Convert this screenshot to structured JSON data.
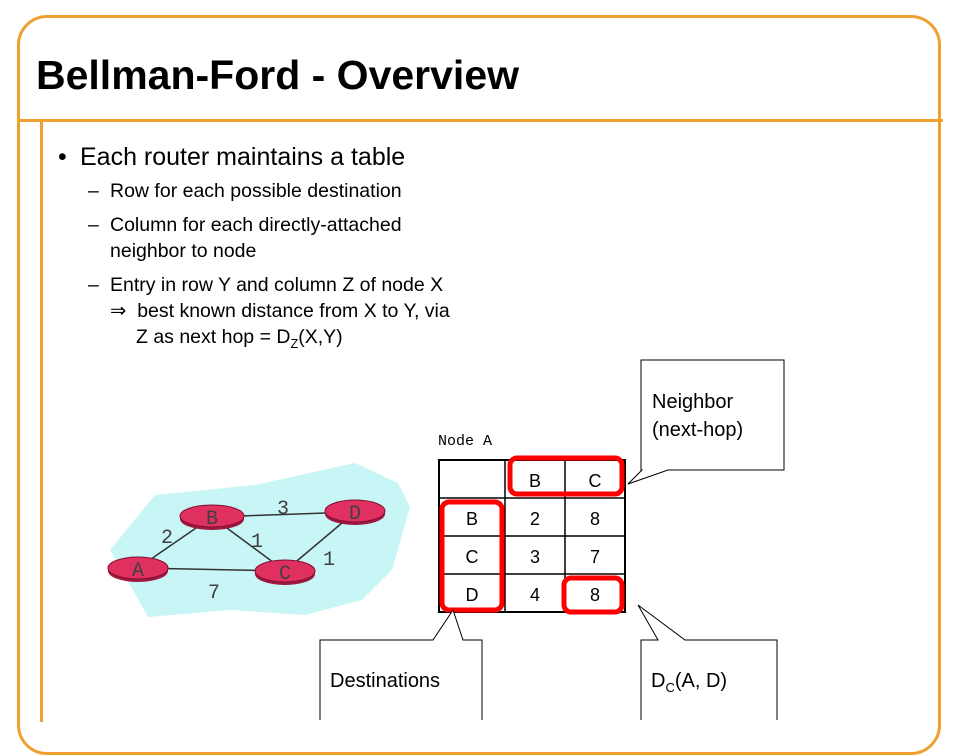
{
  "slide": {
    "title": "Bellman-Ford - Overview",
    "bullet": "Each router maintains a table",
    "subbullets": {
      "s1": "Row for each possible destination",
      "s2_line1": "Column for each directly-attached",
      "s2_line2": "neighbor to node",
      "s3_line1": "Entry in row Y and column Z of node X",
      "s3_arrow": "⇒",
      "s3_line2": "best known distance from X to Y, via",
      "s3_line3_pre": "Z as next hop = D",
      "s3_line3_sub": "Z",
      "s3_line3_post": "(X,Y)"
    }
  },
  "graph": {
    "nodes": [
      "A",
      "B",
      "C",
      "D"
    ],
    "edges": [
      {
        "from": "A",
        "to": "B",
        "cost": "2"
      },
      {
        "from": "B",
        "to": "D",
        "cost": "3"
      },
      {
        "from": "B",
        "to": "C",
        "cost": "1"
      },
      {
        "from": "C",
        "to": "D",
        "cost": "1"
      },
      {
        "from": "A",
        "to": "C",
        "cost": "7"
      }
    ]
  },
  "table": {
    "caption": "Node A",
    "columns": [
      "B",
      "C"
    ],
    "rows": [
      {
        "dest": "B",
        "values": [
          "2",
          "8"
        ]
      },
      {
        "dest": "C",
        "values": [
          "3",
          "7"
        ]
      },
      {
        "dest": "D",
        "values": [
          "4",
          "8"
        ]
      }
    ]
  },
  "callouts": {
    "neighbor_line1": "Neighbor",
    "neighbor_line2": "(next-hop)",
    "destinations": "Destinations",
    "dc_pre": "D",
    "dc_sub": "C",
    "dc_post": "(A, D)"
  },
  "colors": {
    "accent": "#f0a030",
    "highlight": "#ff0000",
    "cloud": "#c8f5f5",
    "router": "#e03060"
  }
}
